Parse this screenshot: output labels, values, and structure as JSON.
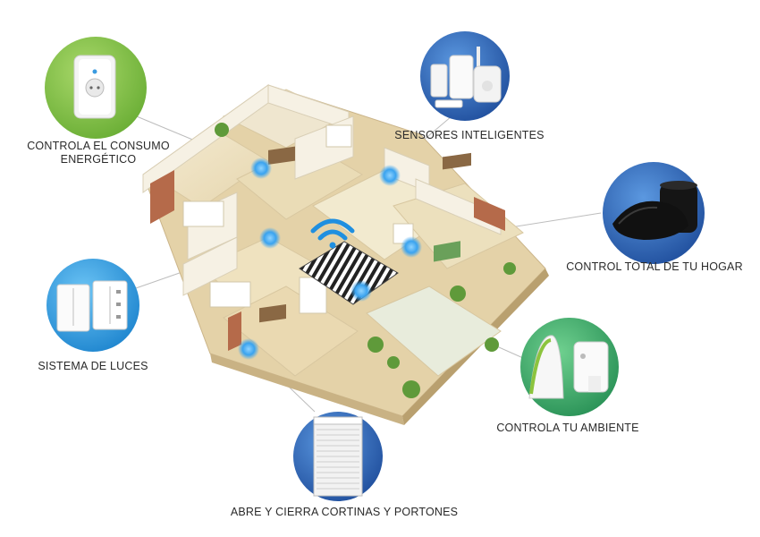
{
  "features": [
    {
      "id": "energy",
      "lines": [
        "CONTROLA EL CONSUMO",
        "ENERGÉTICO"
      ],
      "circle_color": "#7bbf45",
      "icon": "smart-plug-icon"
    },
    {
      "id": "sensors",
      "lines": [
        "SENSORES INTELIGENTES"
      ],
      "circle_color": "#2f6fc4",
      "icon": "sensors-icon"
    },
    {
      "id": "control",
      "lines": [
        "CONTROL TOTAL DE TU HOGAR"
      ],
      "circle_color": "#2f6fc4",
      "icon": "universal-remote-hub-icon"
    },
    {
      "id": "lights",
      "lines": [
        "SISTEMA DE LUCES"
      ],
      "circle_color": "#2f9be0",
      "icon": "light-switch-icon"
    },
    {
      "id": "environment",
      "lines": [
        "CONTROLA TU AMBIENTE"
      ],
      "circle_color": "#3aa86a",
      "icon": "air-quality-monitor-icon"
    },
    {
      "id": "shutters",
      "lines": [
        "ABRE Y CIERRA CORTINAS Y PORTONES"
      ],
      "circle_color": "#2f6fc4",
      "icon": "roller-shutter-icon"
    }
  ],
  "colors": {
    "wifi": "#1f8fe0",
    "hotspot": "#3aa3ef",
    "floor": "#efe3c4",
    "wall": "#f6f1e4",
    "connector": "#b9b9b9",
    "text": "#2a2a2a"
  },
  "icons": {
    "wifi": "wifi-icon",
    "hotspot": "hotspot-icon"
  }
}
